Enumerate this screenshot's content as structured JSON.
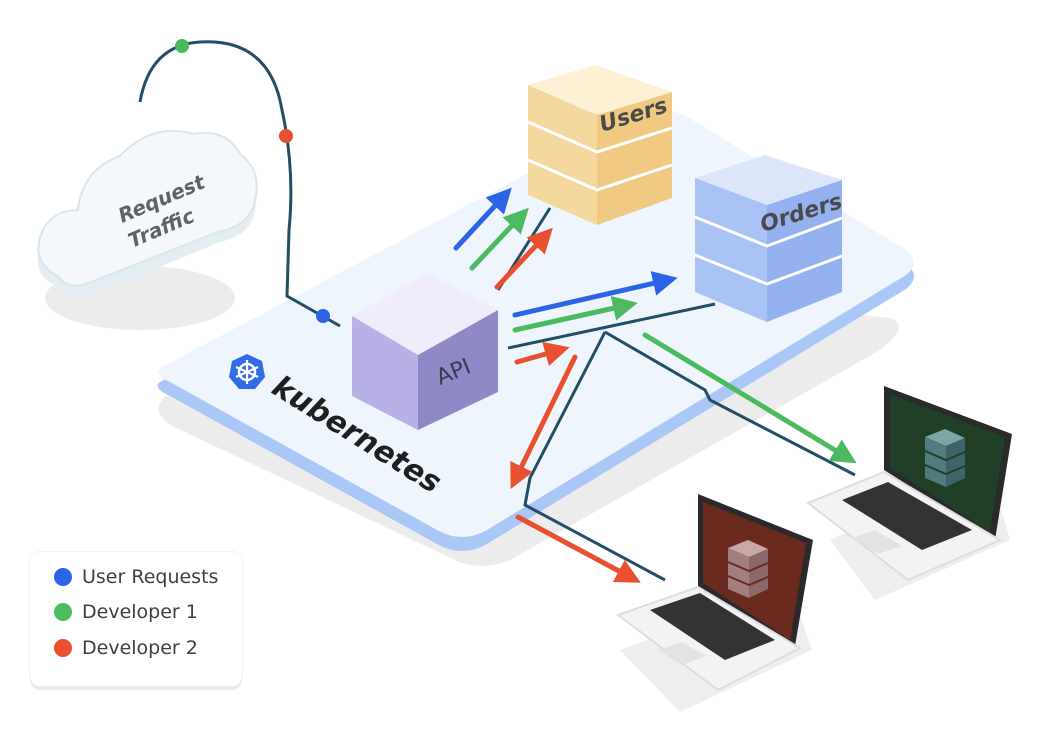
{
  "cloud": {
    "line1": "Request",
    "line2": "Traffic"
  },
  "services": {
    "users": "Users",
    "orders": "Orders",
    "api": "API"
  },
  "platform": {
    "name": "kubernetes"
  },
  "legend": [
    {
      "label": "User Requests",
      "color": "#2c64e8"
    },
    {
      "label": "Developer 1",
      "color": "#4cbb5f"
    },
    {
      "label": "Developer 2",
      "color": "#e8502f"
    }
  ],
  "colors": {
    "user_requests": "#2c64e8",
    "developer_1": "#4cbb5f",
    "developer_2": "#e8502f",
    "line": "#234e66"
  },
  "icons": {
    "platform": "kubernetes-logo-icon",
    "laptop": "laptop-icon",
    "database": "database-icon",
    "cloud": "cloud-icon"
  }
}
